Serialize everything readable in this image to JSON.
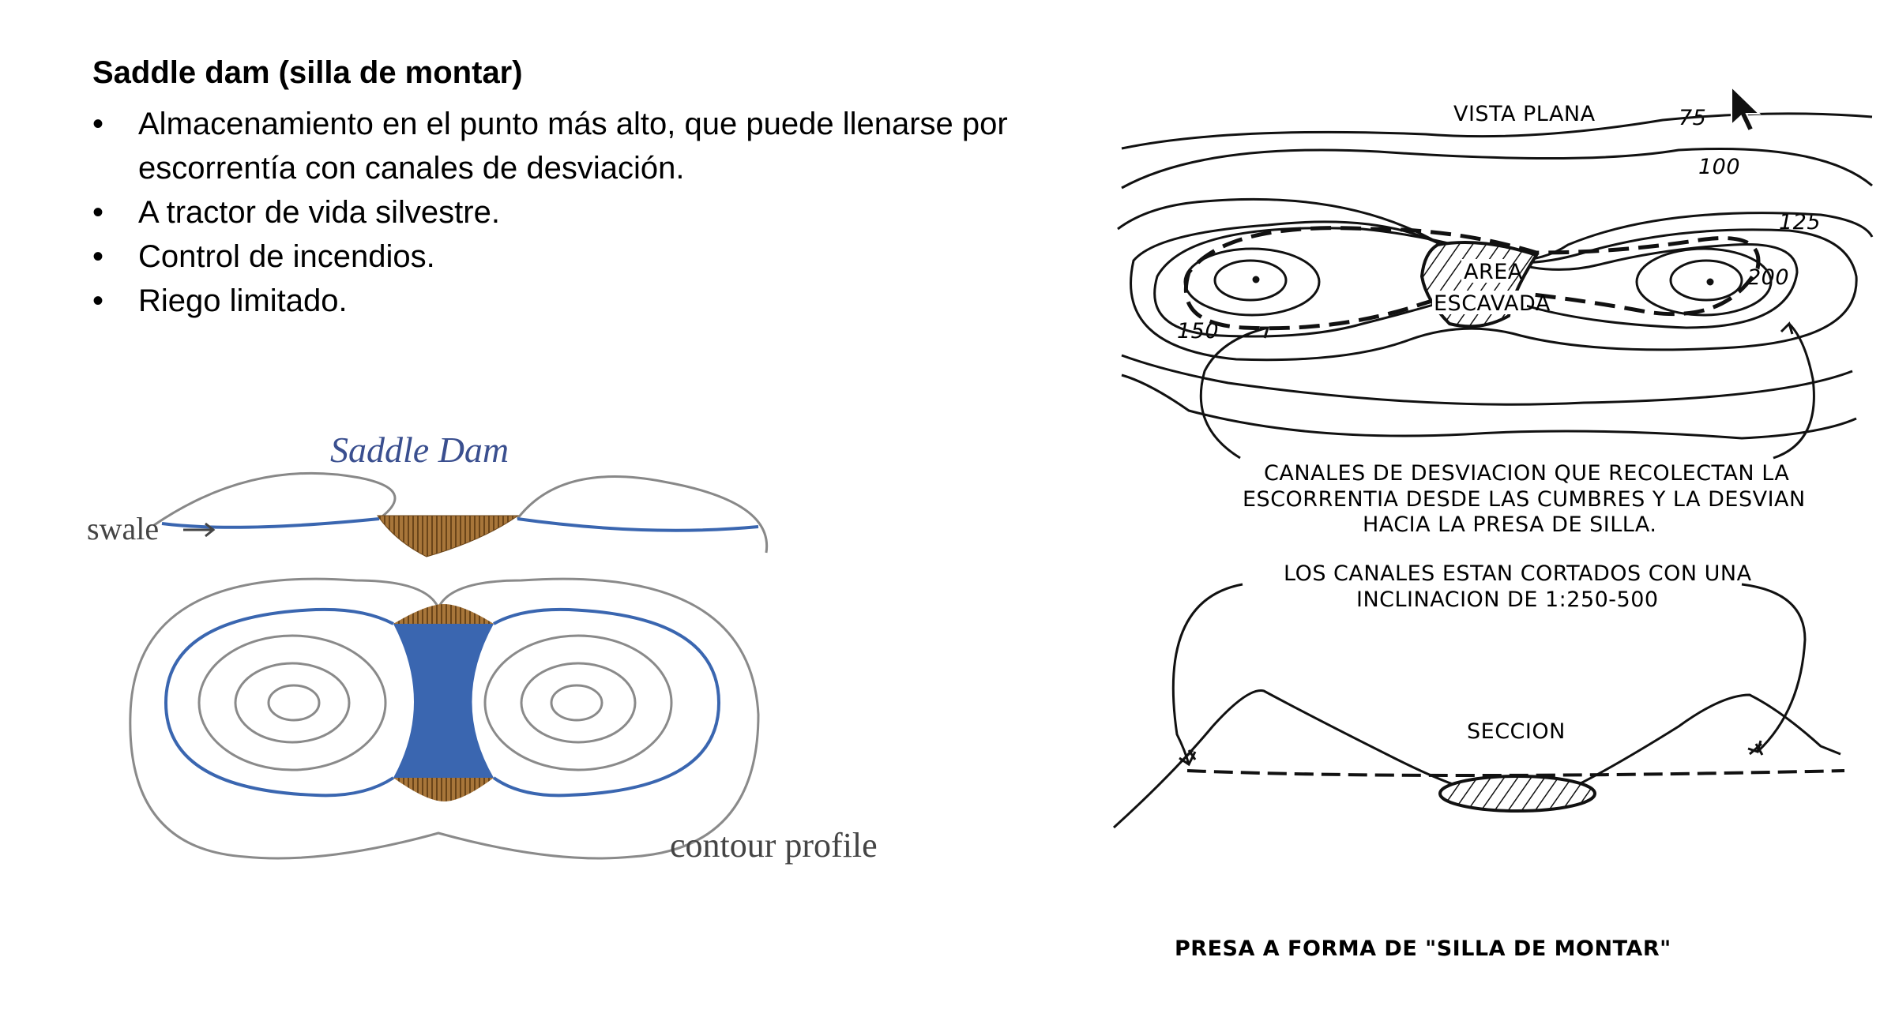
{
  "slide": {
    "title": "Saddle dam (silla de montar)",
    "bullet_symbol": "•",
    "bullets": [
      "Almacenamiento en el punto más alto, que puede llenarse por escorrentía con canales de desviación.",
      "A tractor de vida silvestre.",
      "Control de incendios.",
      "Riego limitado."
    ]
  },
  "left_figure": {
    "title": "Saddle Dam",
    "swale_label": "swale",
    "contour_label": "contour profile"
  },
  "right_figure": {
    "plan_title": "VISTA PLANA",
    "contours": [
      "75",
      "100",
      "125",
      "150",
      "200"
    ],
    "area_label": [
      "AREA",
      "ESCAVADA"
    ],
    "note1": [
      "CANALES DE DESVIACION QUE RECOLECTAN LA",
      "ESCORRENTIA DESDE LAS CUMBRES Y LA DESVIAN",
      "HACIA LA PRESA DE SILLA."
    ],
    "note2": [
      "LOS CANALES ESTAN CORTADOS CON UNA",
      "INCLINACION DE 1:250-500"
    ],
    "section_label": "SECCION",
    "caption": "PRESA A FORMA DE \"SILLA DE MONTAR\""
  },
  "colors": {
    "water_blue": "#3a66b0",
    "dam_brown": "#9c6a2e",
    "contour_gray": "#808080"
  },
  "icons": [
    "mouse-cursor-icon"
  ]
}
